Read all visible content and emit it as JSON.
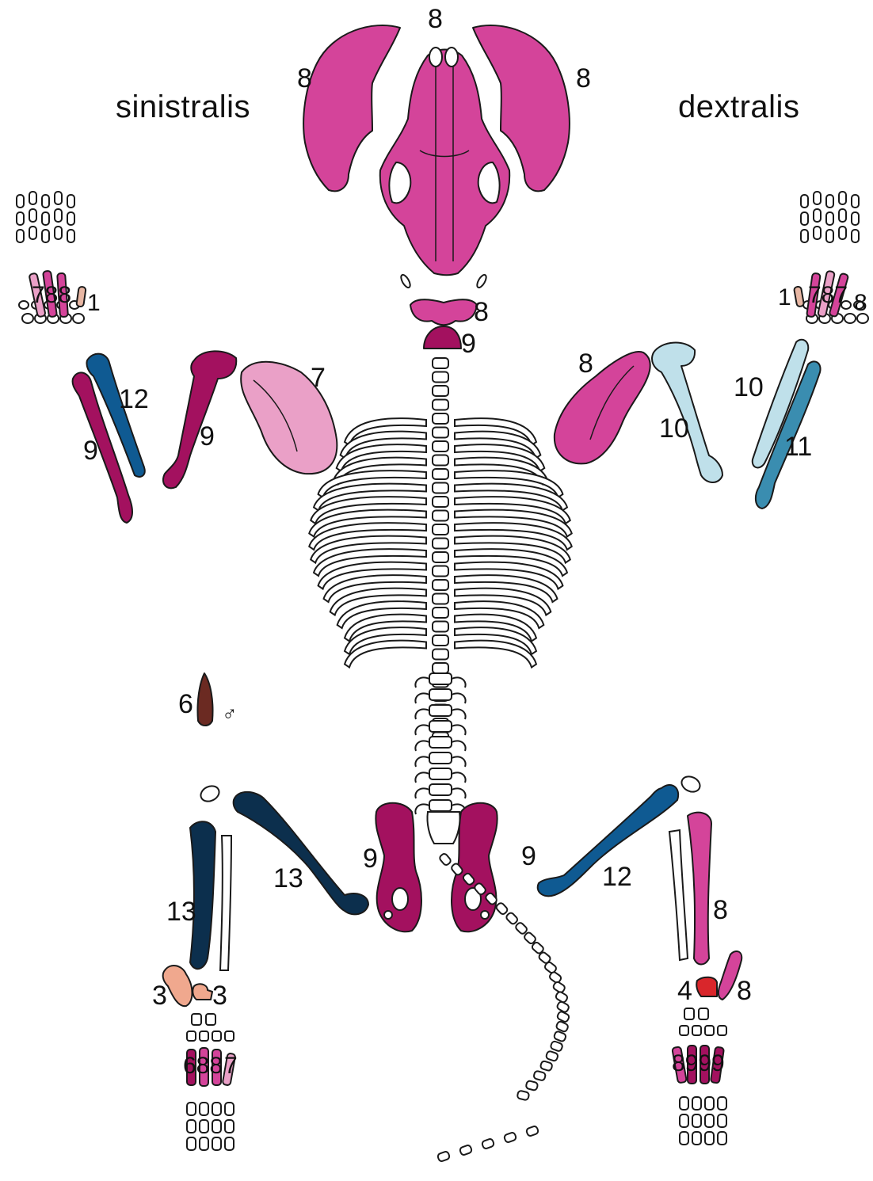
{
  "titles": {
    "left": "sinistralis",
    "right": "dextralis"
  },
  "colors": {
    "c1": "#e8b7a4",
    "c3": "#f0a88e",
    "c4": "#d9262b",
    "c6": "#6b2a22",
    "c7": "#eaa0c7",
    "c8": "#d4449a",
    "c9": "#a3115f",
    "c10": "#bfe0ea",
    "c11": "#3a8db0",
    "c12": "#0f5a92",
    "c13": "#0c2f4d",
    "none": "#ffffff",
    "stroke": "#1a1a1a"
  },
  "labels": {
    "skull_top": "8",
    "mandible_left": "8",
    "mandible_right": "8",
    "atlas": "8",
    "axis": "9",
    "scapula_left": "7",
    "scapula_right": "8",
    "humerus_left": "9",
    "humerus_right": "10",
    "radius_left": "12",
    "ulna_left": "9",
    "radius_right": "10",
    "ulna_right": "11",
    "carpal_left": "788",
    "carpal_left_1": "1",
    "carpal_right_1": "1",
    "carpal_right": "787",
    "carpal_right_8": "8",
    "baculum": "6",
    "male_symbol": "♂",
    "femur_left": "13",
    "tibia_left": "13",
    "pelvis_left": "9",
    "pelvis_right": "9",
    "femur_right": "12",
    "tibia_right": "8",
    "tarsal_left_a": "3",
    "tarsal_left_b": "3",
    "tarsal_right_a": "4",
    "tarsal_right_b": "8",
    "metatarsal_left": "688",
    "metatarsal_left_7": "7",
    "metatarsal_right": "8999"
  }
}
